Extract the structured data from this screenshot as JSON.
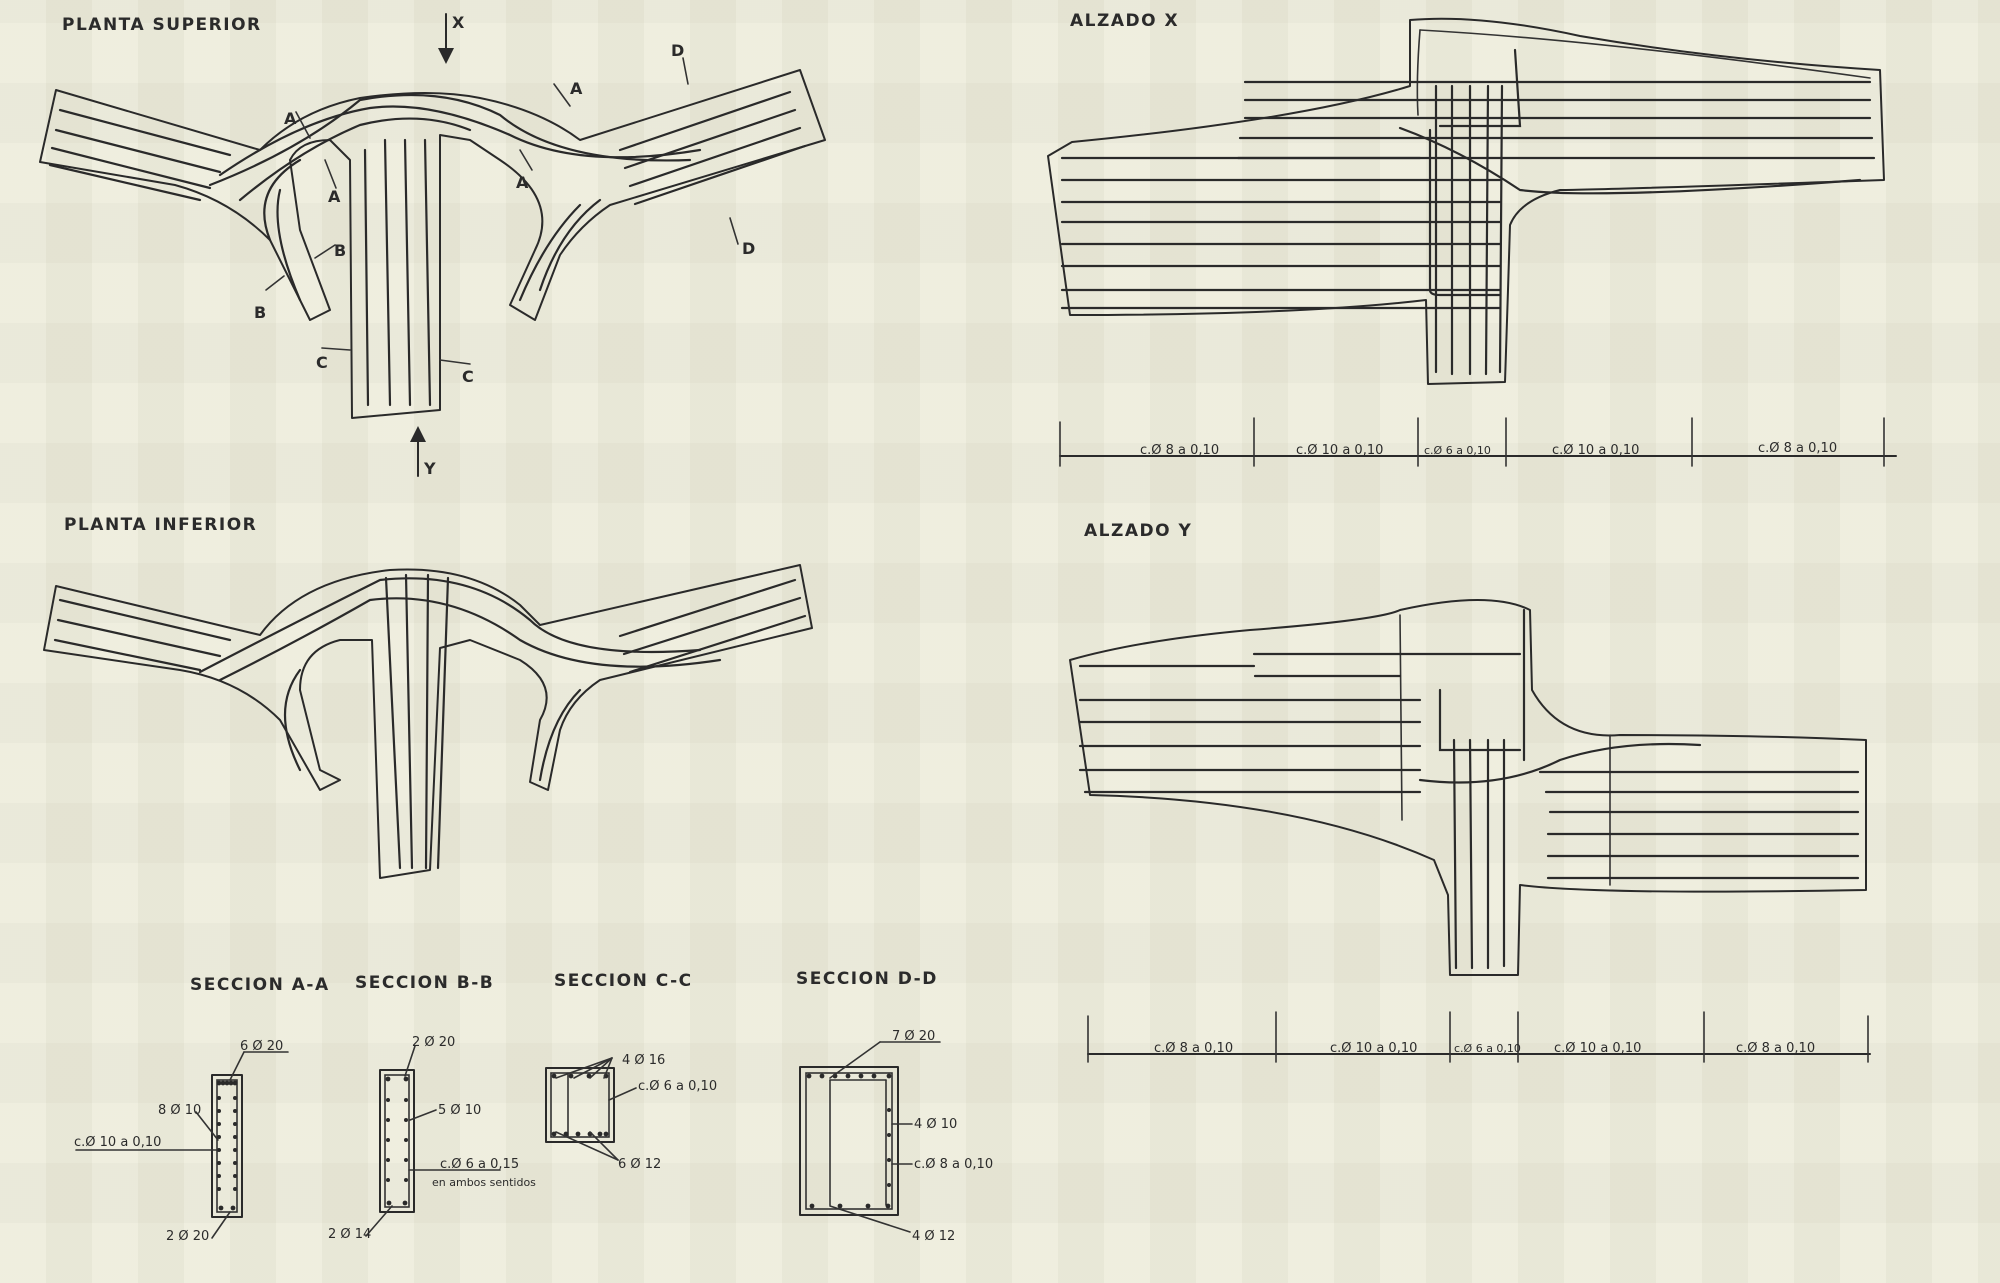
{
  "titles": {
    "planta_superior": "PLANTA  SUPERIOR",
    "planta_inferior": "PLANTA  INFERIOR",
    "alzado_x": "ALZADO  X",
    "alzado_y": "ALZADO  Y",
    "seccion_aa": "SECCION  A-A",
    "seccion_bb": "SECCION  B-B",
    "seccion_cc": "SECCION  C-C",
    "seccion_dd": "SECCION  D-D"
  },
  "view_markers": {
    "x": "X",
    "y": "Y"
  },
  "cut_labels": {
    "a": "A",
    "b": "B",
    "c": "C",
    "d": "D"
  },
  "spacing_x": [
    "c.Ø 8 a 0,10",
    "c.Ø 10 a 0,10",
    "c.Ø 6 a 0,10",
    "c.Ø 10 a 0,10",
    "c.Ø 8 a 0,10"
  ],
  "spacing_y": [
    "c.Ø 8 a 0,10",
    "c.Ø 10 a 0,10",
    "c.Ø 6 a 0,10",
    "c.Ø 10 a 0,10",
    "c.Ø 8 a 0,10"
  ],
  "section_aa": {
    "top": "6 Ø 20",
    "side": "8 Ø 10",
    "stirrup": "c.Ø 10 a 0,10",
    "bottom": "2 Ø 20"
  },
  "section_bb": {
    "top": "2 Ø 20",
    "side": "5 Ø 10",
    "stirrup": "c.Ø 6 a 0,15",
    "stirrup_note": "en ambos sentidos",
    "bottom": "2 Ø 14"
  },
  "section_cc": {
    "top": "4 Ø 16",
    "stirrup": "c.Ø 6 a 0,10",
    "bottom": "6 Ø 12"
  },
  "section_dd": {
    "top": "7 Ø 20",
    "side": "4 Ø 10",
    "stirrup": "c.Ø 8 a 0,10",
    "bottom": "4 Ø 12"
  }
}
